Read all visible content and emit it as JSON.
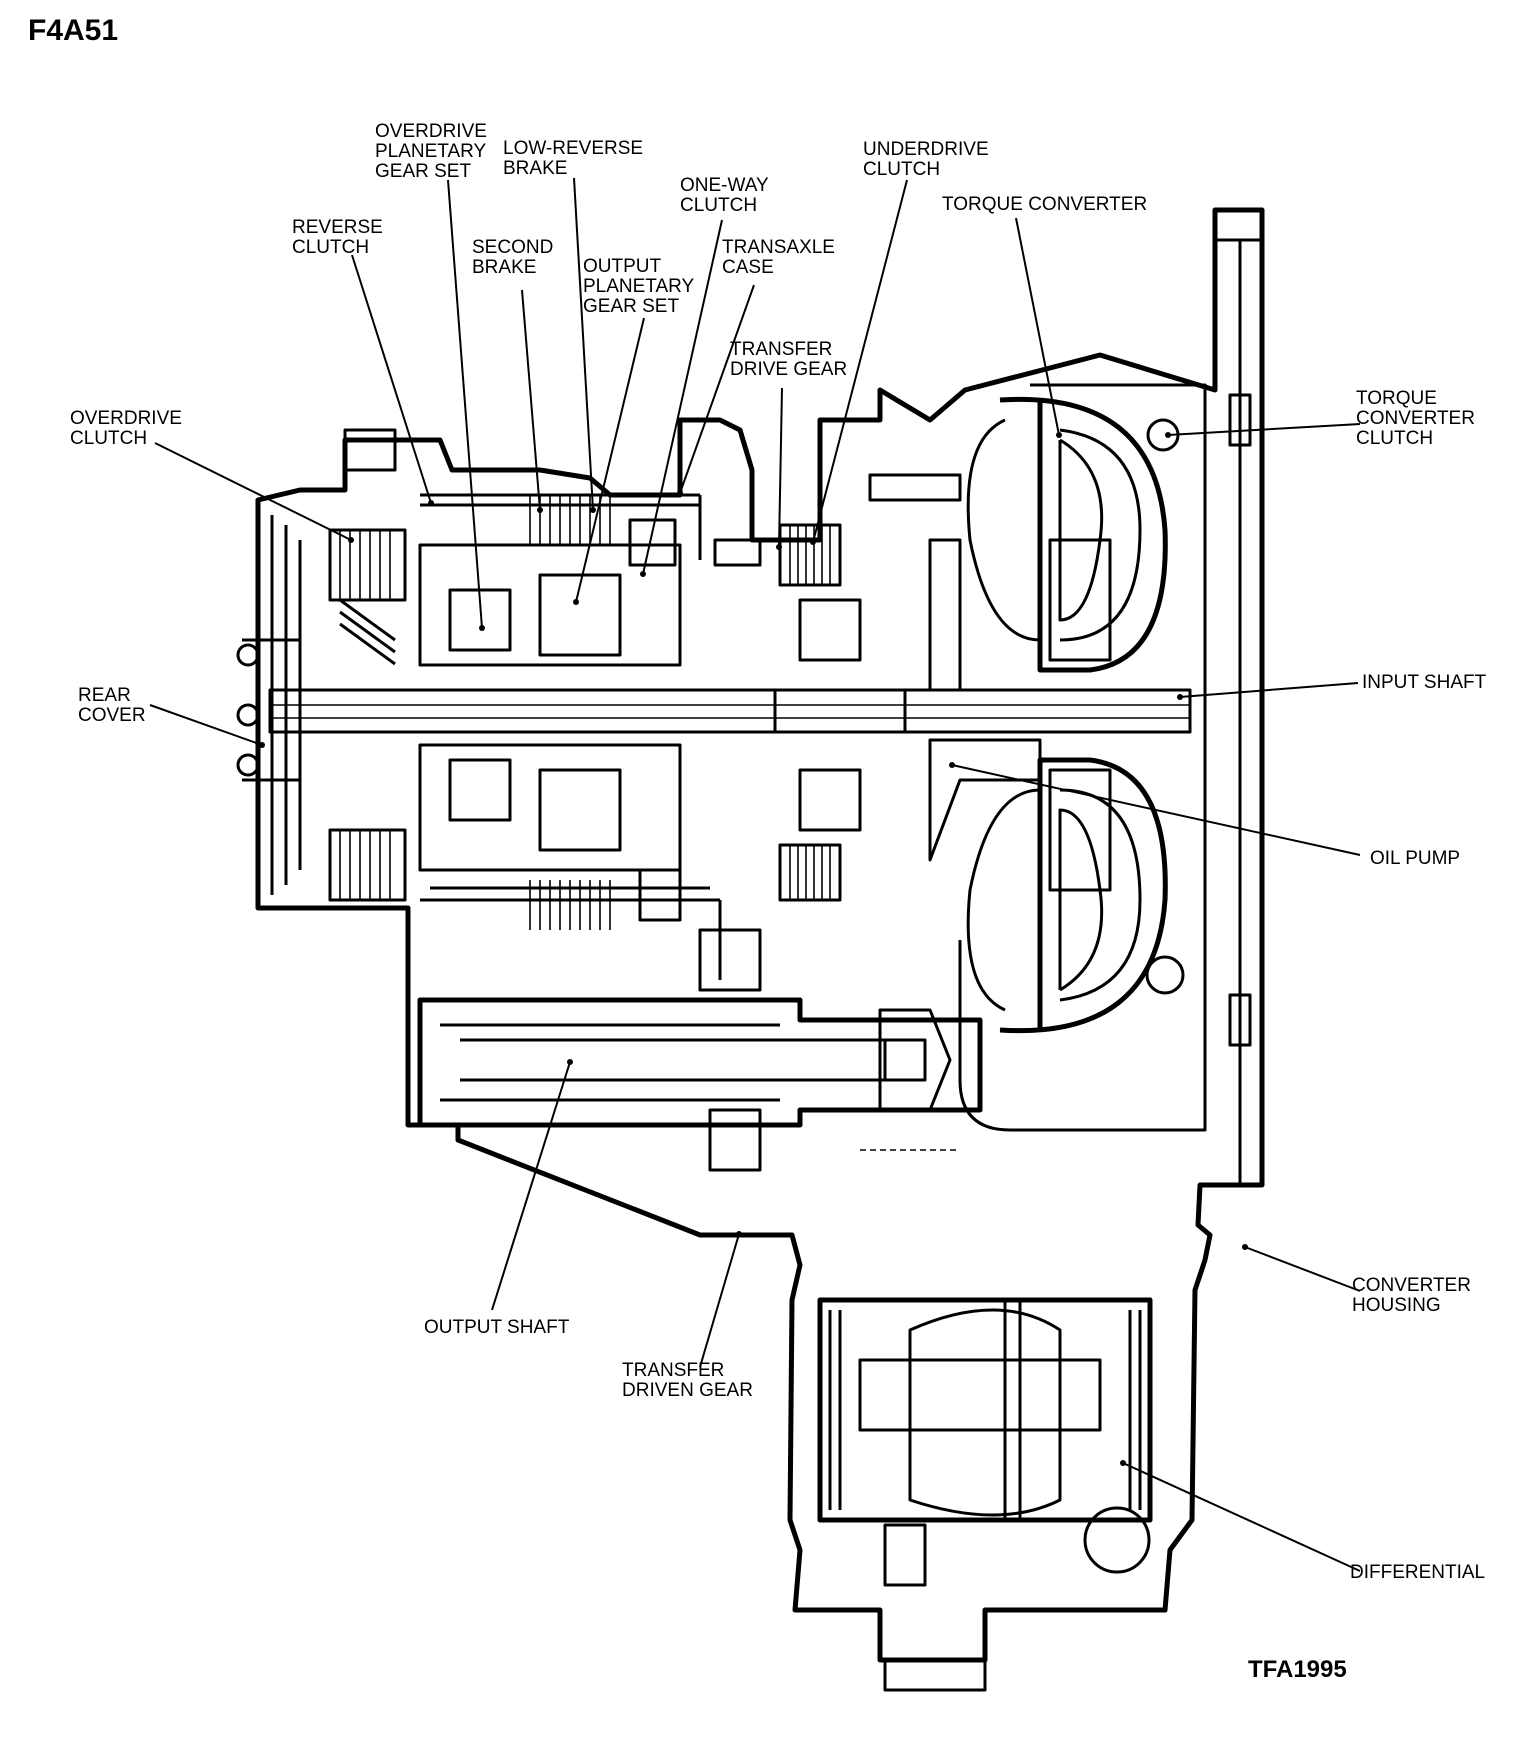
{
  "figure_title": "F4A51",
  "figure_code": "TFA1995",
  "labels": {
    "overdrive_planetary": [
      "OVERDRIVE",
      "PLANETARY",
      "GEAR SET"
    ],
    "low_reverse_brake": [
      "LOW-REVERSE",
      "BRAKE"
    ],
    "underdrive_clutch": [
      "UNDERDRIVE",
      "CLUTCH"
    ],
    "one_way_clutch": [
      "ONE-WAY",
      "CLUTCH"
    ],
    "torque_converter": [
      "TORQUE CONVERTER"
    ],
    "reverse_clutch": [
      "REVERSE",
      "CLUTCH"
    ],
    "second_brake": [
      "SECOND",
      "BRAKE"
    ],
    "transaxle_case": [
      "TRANSAXLE",
      "CASE"
    ],
    "output_planetary": [
      "OUTPUT",
      "PLANETARY",
      "GEAR SET"
    ],
    "transfer_drive_gear": [
      "TRANSFER",
      "DRIVE GEAR"
    ],
    "overdrive_clutch": [
      "OVERDRIVE",
      "CLUTCH"
    ],
    "torque_converter_clutch": [
      "TORQUE",
      "CONVERTER",
      "CLUTCH"
    ],
    "rear_cover": [
      "REAR",
      "COVER"
    ],
    "input_shaft": [
      "INPUT SHAFT"
    ],
    "oil_pump": [
      "OIL PUMP"
    ],
    "converter_housing": [
      "CONVERTER",
      "HOUSING"
    ],
    "output_shaft": [
      "OUTPUT SHAFT"
    ],
    "transfer_driven_gear": [
      "TRANSFER",
      "DRIVEN GEAR"
    ],
    "differential": [
      "DIFFERENTIAL"
    ]
  }
}
